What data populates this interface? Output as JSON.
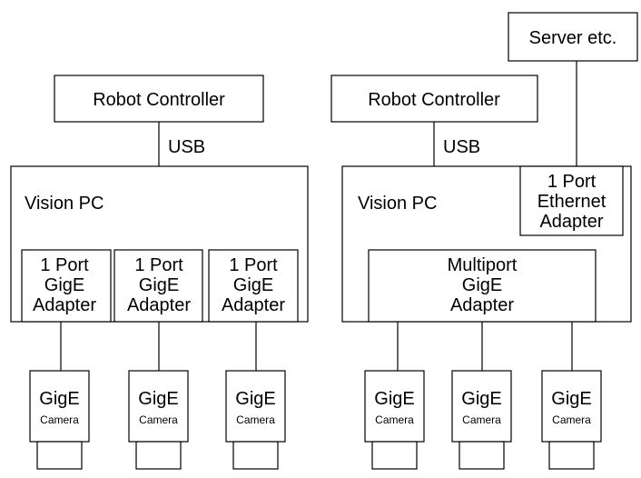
{
  "left": {
    "controller": "Robot Controller",
    "link": "USB",
    "pc": "Vision PC",
    "adapters": [
      [
        "1 Port",
        "GigE",
        "Adapter"
      ],
      [
        "1 Port",
        "GigE",
        "Adapter"
      ],
      [
        "1 Port",
        "GigE",
        "Adapter"
      ]
    ],
    "cameras": [
      {
        "name": "GigE",
        "sub": "Camera"
      },
      {
        "name": "GigE",
        "sub": "Camera"
      },
      {
        "name": "GigE",
        "sub": "Camera"
      }
    ]
  },
  "right": {
    "server": "Server etc.",
    "controller": "Robot Controller",
    "link": "USB",
    "pc": "Vision PC",
    "ethernet_adapter": [
      "1 Port",
      "Ethernet",
      "Adapter"
    ],
    "multiport_adapter": [
      "Multiport",
      "GigE",
      "Adapter"
    ],
    "cameras": [
      {
        "name": "GigE",
        "sub": "Camera"
      },
      {
        "name": "GigE",
        "sub": "Camera"
      },
      {
        "name": "GigE",
        "sub": "Camera"
      }
    ]
  }
}
